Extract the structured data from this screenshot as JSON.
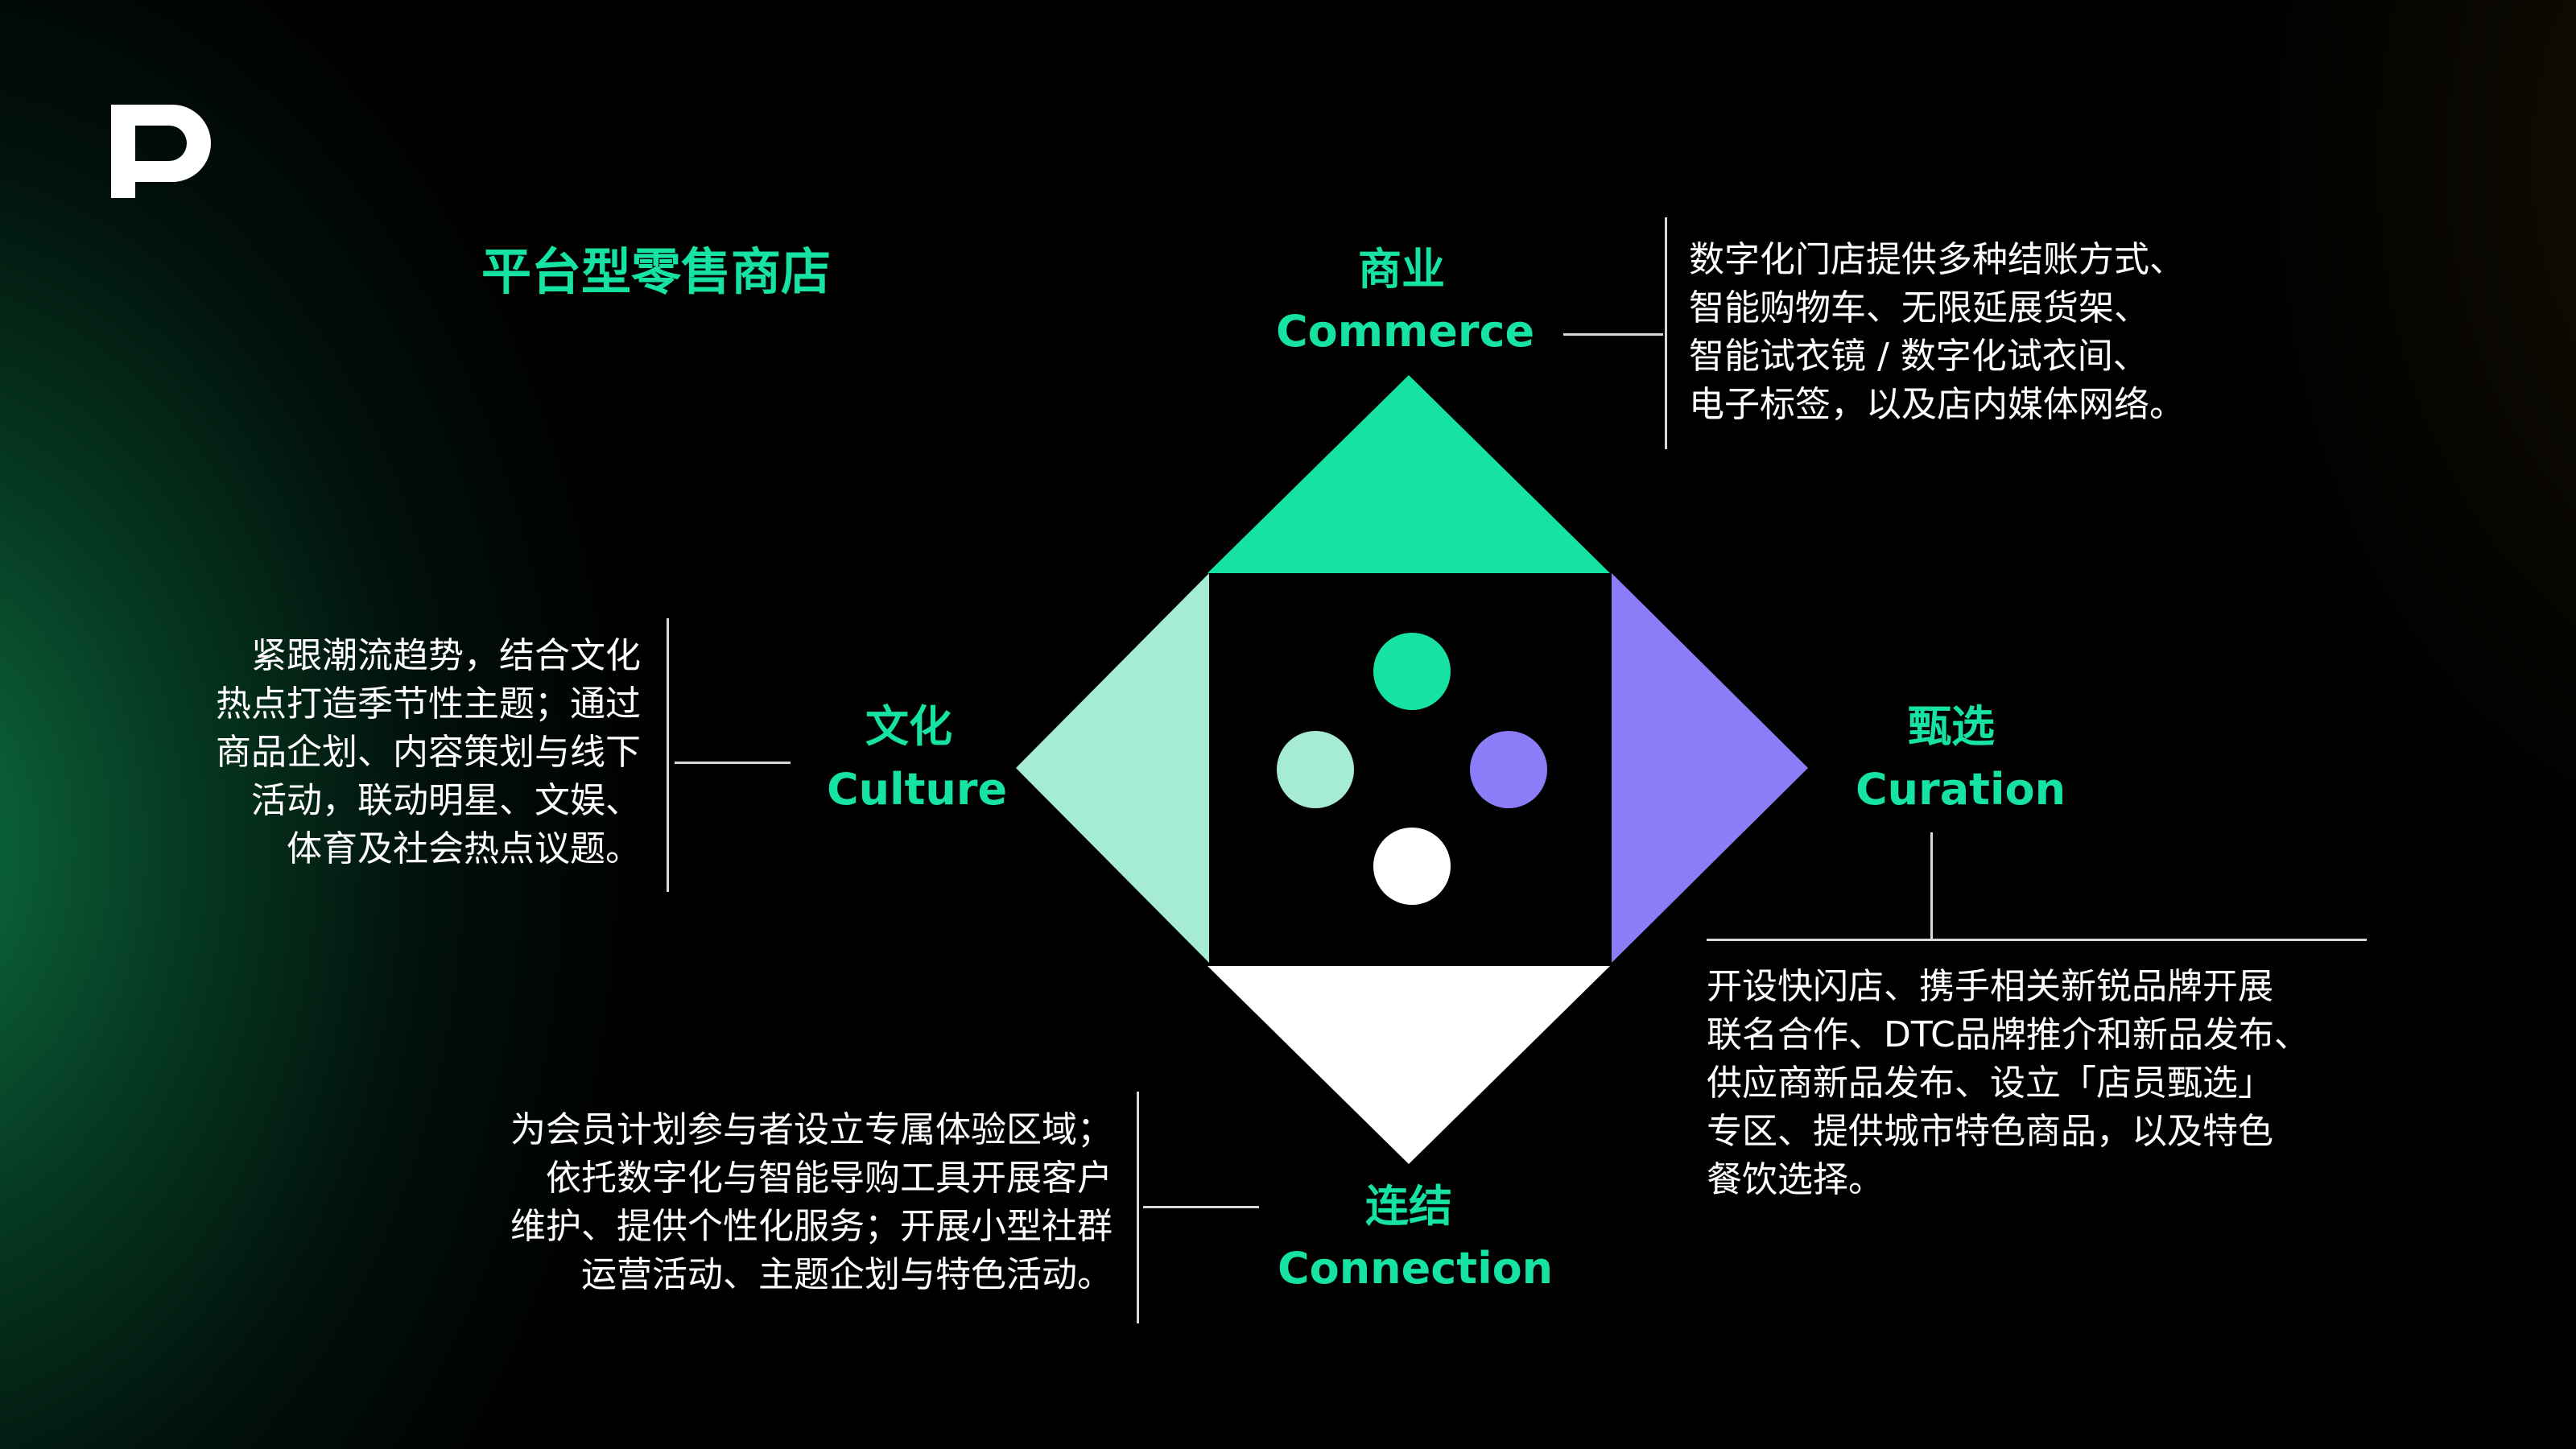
{
  "title": "平台型零售商店",
  "colors": {
    "accent_green": "#16e3a3",
    "mint": "#a6ebd5",
    "purple": "#8b7cf8",
    "white": "#ffffff",
    "black": "#000000"
  },
  "quadrants": {
    "commerce": {
      "zh": "商业",
      "en": "Commerce",
      "lines": [
        "数字化门店提供多种结账方式、",
        "智能购物车、无限延展货架、",
        "智能试衣镜 / 数字化试衣间、",
        "电子标签，以及店内媒体网络。"
      ]
    },
    "culture": {
      "zh": "文化",
      "en": "Culture",
      "lines": [
        "紧跟潮流趋势，结合文化",
        "热点打造季节性主题；通过",
        "商品企划、内容策划与线下",
        "活动，联动明星、文娱、",
        "体育及社会热点议题。"
      ]
    },
    "curation": {
      "zh": "甄选",
      "en": "Curation",
      "lines": [
        "开设快闪店、携手相关新锐品牌开展",
        "联名合作、DTC品牌推介和新品发布、",
        "供应商新品发布、设立「店员甄选」",
        "专区、提供城市特色商品，以及特色",
        "餐饮选择。"
      ]
    },
    "connection": {
      "zh": "连结",
      "en": "Connection",
      "lines": [
        "为会员计划参与者设立专属体验区域；",
        "依托数字化与智能导购工具开展客户",
        "维护、提供个性化服务；开展小型社群",
        "运营活动、主题企划与特色活动。"
      ]
    }
  }
}
